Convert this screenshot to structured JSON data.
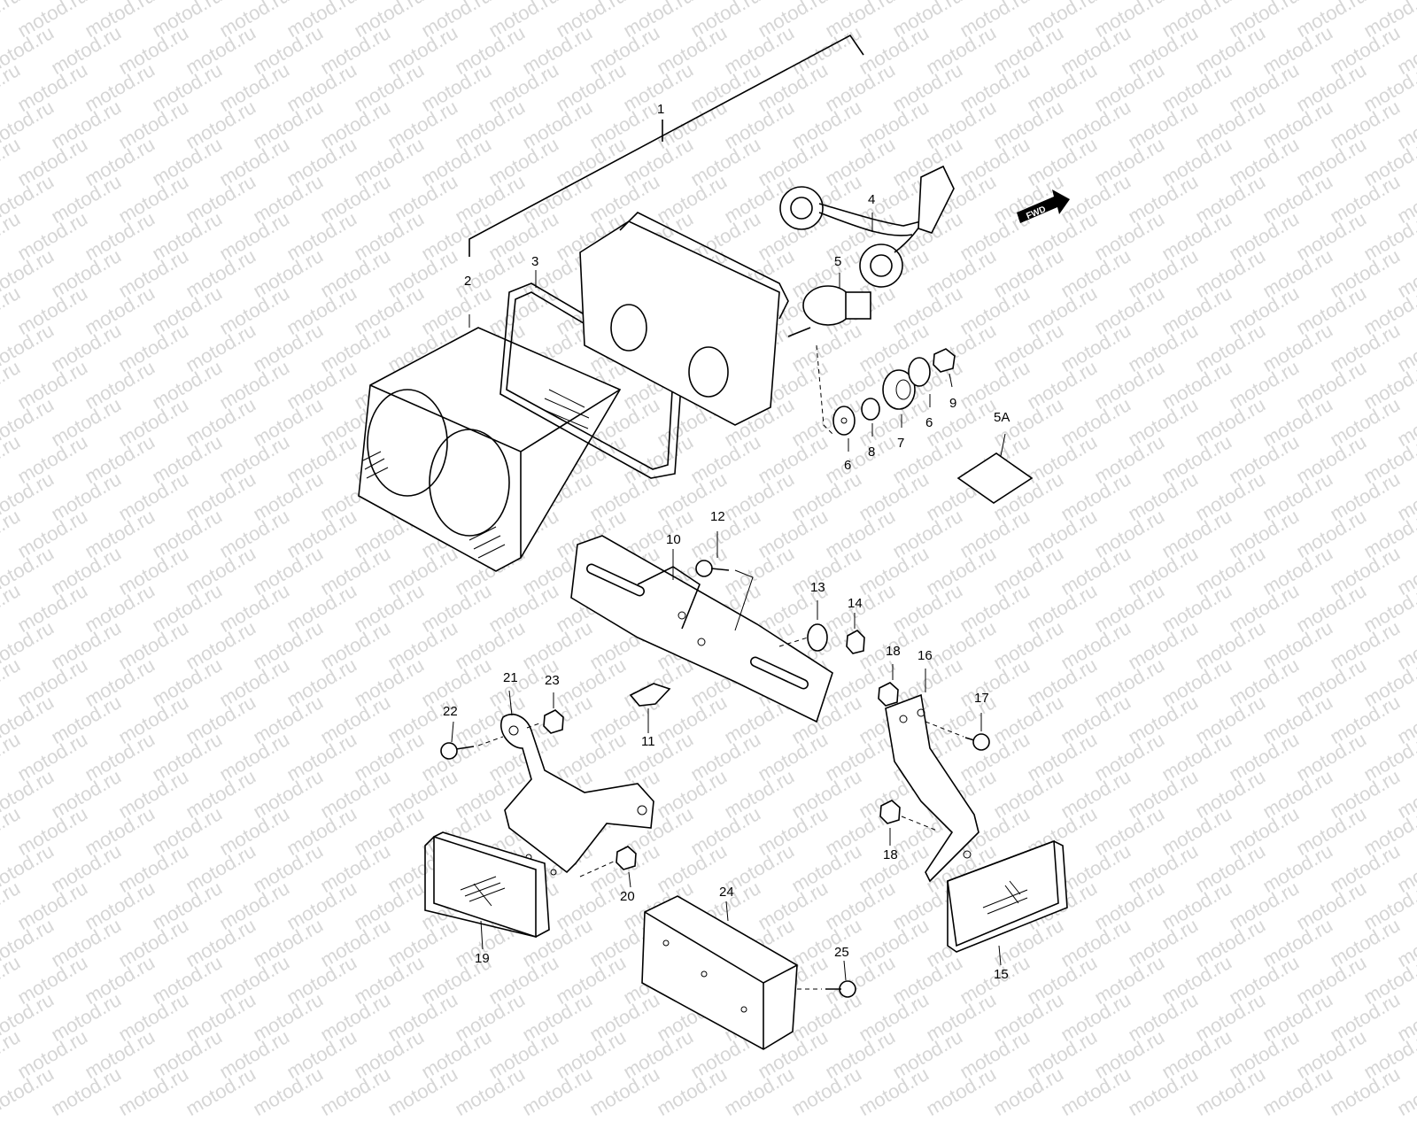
{
  "watermark": "motod.ru",
  "fwd_label": "FWD",
  "parts": {
    "p1": "1",
    "p2": "2",
    "p3": "3",
    "p4": "4",
    "p5": "5",
    "p5a": "5A",
    "p6a": "6",
    "p6b": "6",
    "p7": "7",
    "p8": "8",
    "p9": "9",
    "p10": "10",
    "p11": "11",
    "p12": "12",
    "p13": "13",
    "p14": "14",
    "p15": "15",
    "p16": "16",
    "p17": "17",
    "p18a": "18",
    "p18b": "18",
    "p19": "19",
    "p20": "20",
    "p21": "21",
    "p22": "22",
    "p23": "23",
    "p24": "24",
    "p25": "25"
  }
}
